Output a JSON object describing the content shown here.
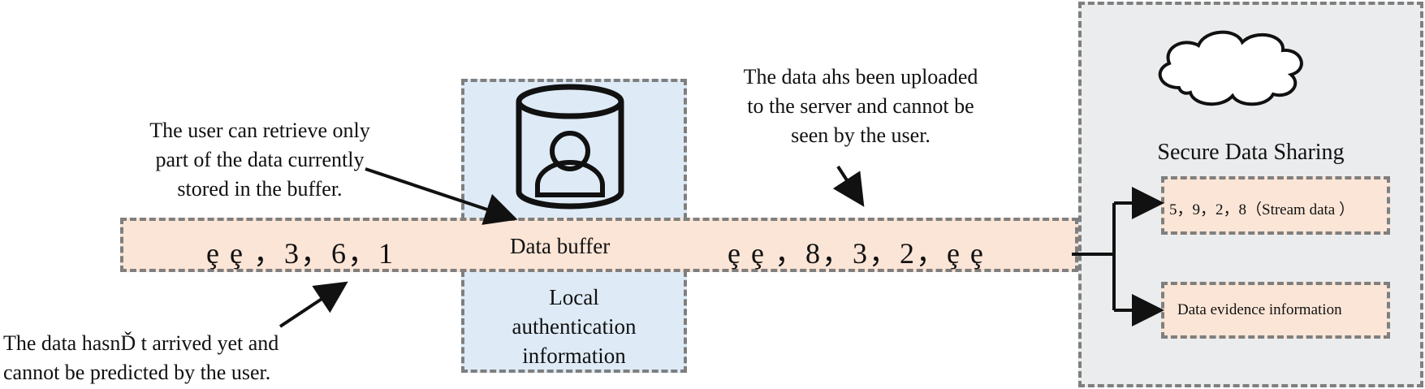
{
  "left_sequence": "ȩ ȩ ，3，6，1",
  "buffer_label": "Data buffer",
  "right_sequence": "ȩ ȩ ，8，3，2，ȩ ȩ",
  "local_label": [
    "Local",
    "authentication",
    "information"
  ],
  "note_retrieve": [
    "The user can retrieve only",
    "part of the data currently",
    "stored in the buffer."
  ],
  "note_uploaded": [
    "The data ahs been uploaded",
    "to the server and cannot be",
    "seen by the user."
  ],
  "note_not_arrived": [
    "The data hasnĎ t arrived yet and",
    "cannot be predicted by the user."
  ],
  "secure_title": "Secure Data Sharing",
  "stream_box": "5，9，2，8（Stream data ）",
  "evidence_box": "Data evidence information",
  "icons": [
    "cylinder-database-icon",
    "user-icon",
    "cloud-icon"
  ],
  "colors": {
    "buffer": "#fbe5d6",
    "local": "#deebf7",
    "secure": "#ebeced",
    "dash": "#7f7f7f"
  }
}
